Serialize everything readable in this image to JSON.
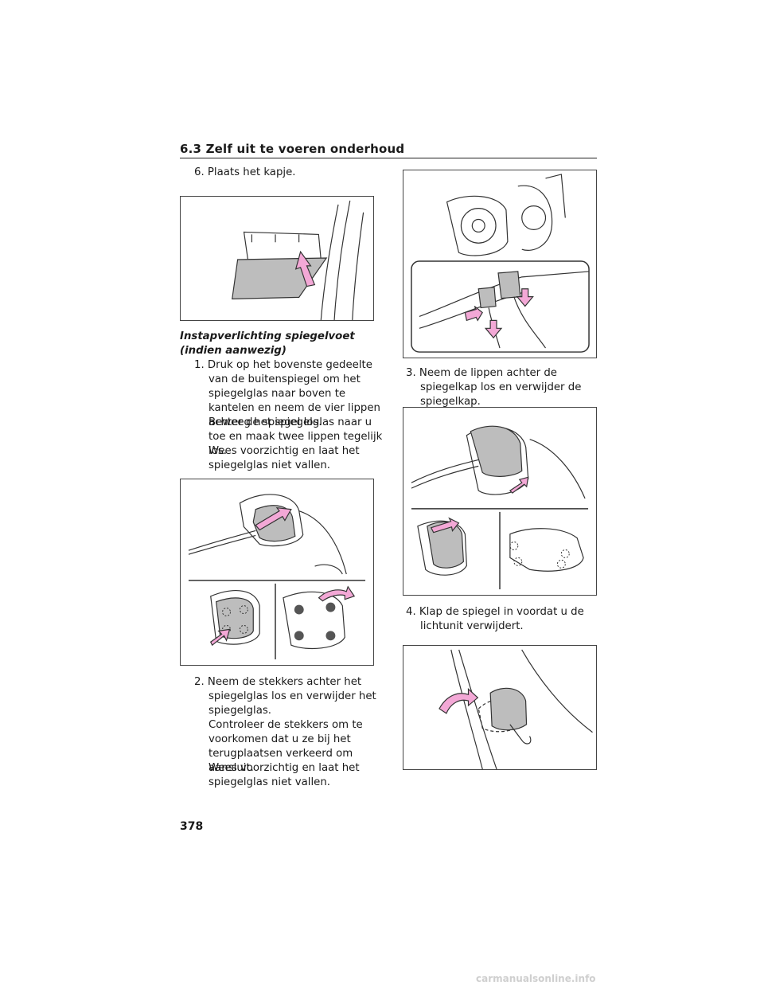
{
  "header": {
    "section": "6.3  Zelf uit te voeren onderhoud"
  },
  "left_column": {
    "step6": "6. Plaats het kapje.",
    "subheading": "Instapverlichting spiegelvoet (indien aanwezig)",
    "step1": "1. Druk op het bovenste gedeelte van de buitenspiegel om het spiegelglas naar boven te kantelen en neem de vier lippen achter de spiegel los.",
    "step1_p2": "Beweeg het spiegelglas naar u toe en maak twee lippen tegelijk los.",
    "step1_p3": "Wees voorzichtig en laat het spiegelglas niet vallen.",
    "step2": "2. Neem de stekkers achter het spiegelglas los en verwijder het spiegelglas.",
    "step2_p2": "Controleer de stekkers om te voorkomen dat u ze bij het terugplaatsen verkeerd om aansluit.",
    "step2_p3": "Wees voorzichtig en laat het spiegelglas niet vallen."
  },
  "right_column": {
    "step3": "3. Neem de lippen achter de spiegelkap los en verwijder de spiegelkap.",
    "step4": "4. Klap de spiegel in voordat u de lichtunit verwijdert."
  },
  "page_number": "378",
  "footer": "carmanualsonline.info",
  "colors": {
    "arrow": "#f3a8d6",
    "part_fill": "#bdbdbd",
    "line": "#333333"
  }
}
